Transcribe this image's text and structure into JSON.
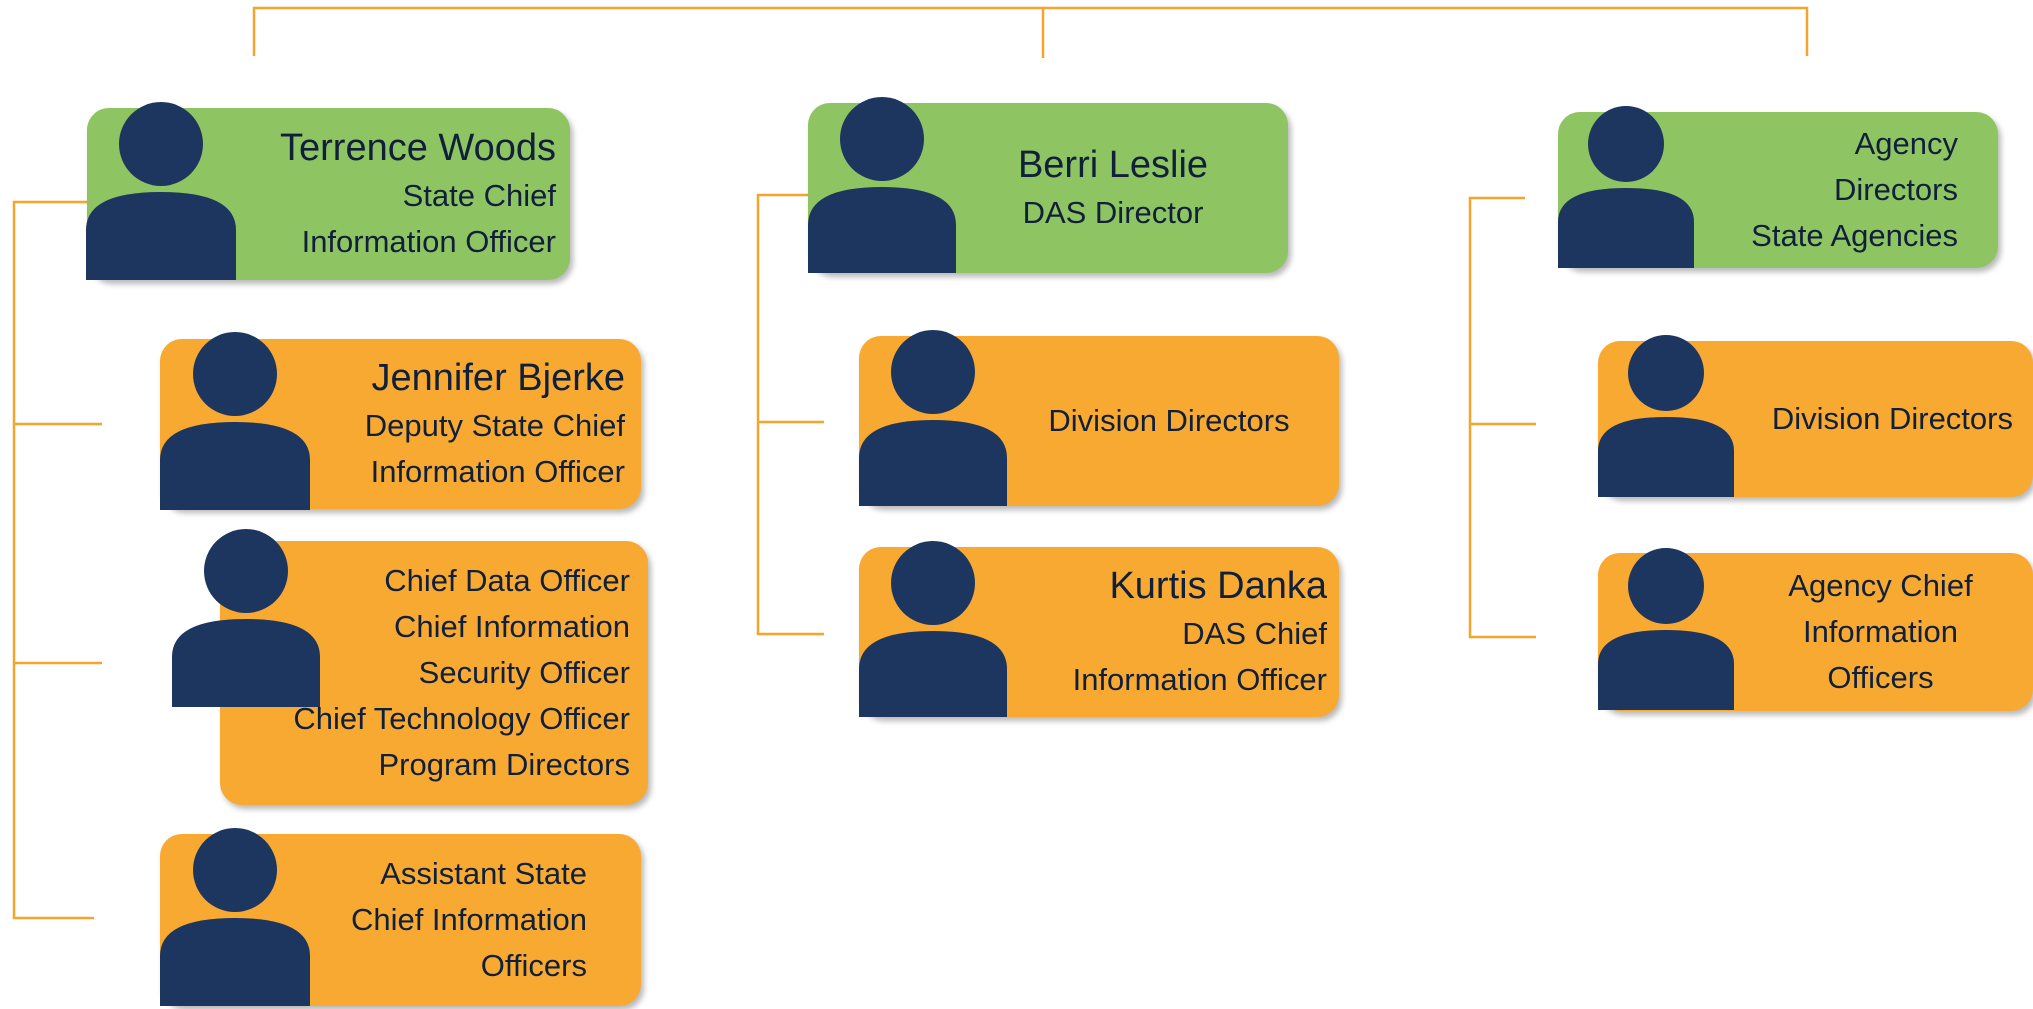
{
  "colors": {
    "green": "#8fc462",
    "orange": "#f8a932",
    "navy": "#1d365f",
    "connector": "#f4a52c"
  },
  "columns": [
    {
      "leader": {
        "icon": "person-icon",
        "name": "Terrence Woods",
        "lines": [
          "State Chief",
          "Information Officer"
        ]
      },
      "reports": [
        {
          "icon": "person-icon",
          "name": "Jennifer Bjerke",
          "lines": [
            "Deputy State Chief",
            "Information Officer"
          ]
        },
        {
          "icon": "person-icon",
          "lines": [
            "Chief Data Officer",
            "Chief Information",
            "Security Officer",
            "Chief Technology Officer",
            "Program Directors"
          ]
        },
        {
          "icon": "person-icon",
          "lines": [
            "Assistant State",
            "Chief Information",
            "Officers"
          ]
        }
      ]
    },
    {
      "leader": {
        "icon": "person-icon",
        "name": "Berri Leslie",
        "lines": [
          "DAS Director"
        ]
      },
      "reports": [
        {
          "icon": "person-icon",
          "lines": [
            "Division Directors"
          ]
        },
        {
          "icon": "person-icon",
          "name": "Kurtis Danka",
          "lines": [
            "DAS Chief",
            "Information Officer"
          ]
        }
      ]
    },
    {
      "leader": {
        "icon": "person-icon",
        "lines": [
          "Agency",
          "Directors",
          "State Agencies"
        ]
      },
      "reports": [
        {
          "icon": "person-icon",
          "lines": [
            "Division Directors"
          ]
        },
        {
          "icon": "person-icon",
          "lines": [
            "Agency Chief",
            "Information",
            "Officers"
          ]
        }
      ]
    }
  ]
}
